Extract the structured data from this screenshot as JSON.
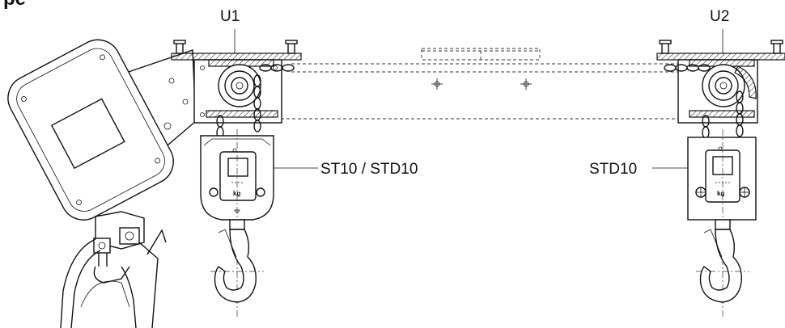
{
  "header": {
    "partial_title": "pe"
  },
  "labels": {
    "u1": "U1",
    "u2": "U2",
    "st10_std10": "ST10 / STD10",
    "std10": "STD10"
  },
  "scale_unit": "kg"
}
